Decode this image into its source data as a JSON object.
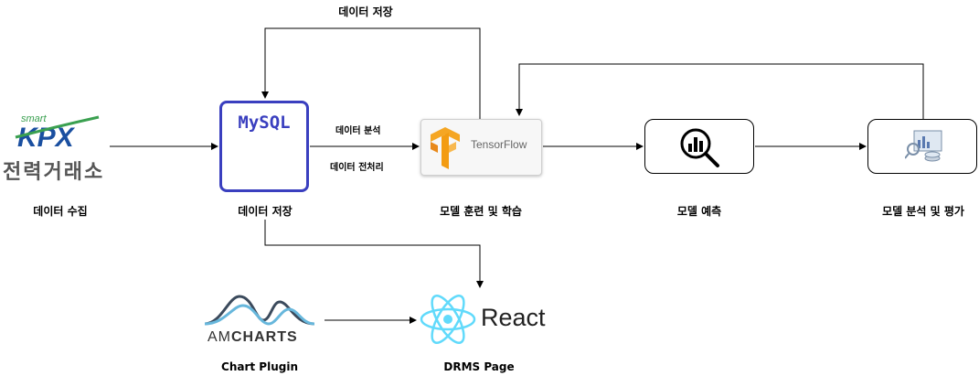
{
  "edge_labels": {
    "top_save": "데이터 저장",
    "analysis": "데이터 분석",
    "preprocess": "데이터 전처리"
  },
  "nodes": {
    "kpx": {
      "label": "데이터 수집",
      "logo_small": "smart",
      "logo_main": "KPX",
      "logo_korean": "전력거래소"
    },
    "mysql": {
      "label": "데이터 저장",
      "logo": "MySQL"
    },
    "tensorflow": {
      "label": "모델 훈련 및 학습",
      "logo": "TensorFlow"
    },
    "predict": {
      "label": "모델 예측",
      "icon": "analytics-search-icon"
    },
    "evaluate": {
      "label": "모델 분석 및 평가",
      "icon": "report-analysis-icon"
    },
    "amcharts": {
      "label": "Chart Plugin",
      "logo_light": "AM",
      "logo_bold": "CHARTS"
    },
    "react": {
      "label": "DRMS Page",
      "logo": "React"
    }
  },
  "colors": {
    "mysql": "#3a3fbf",
    "kpx_blue": "#1a4fa0",
    "kpx_green": "#3aa050",
    "tensorflow": "#f5a623",
    "react": "#61dafb"
  }
}
